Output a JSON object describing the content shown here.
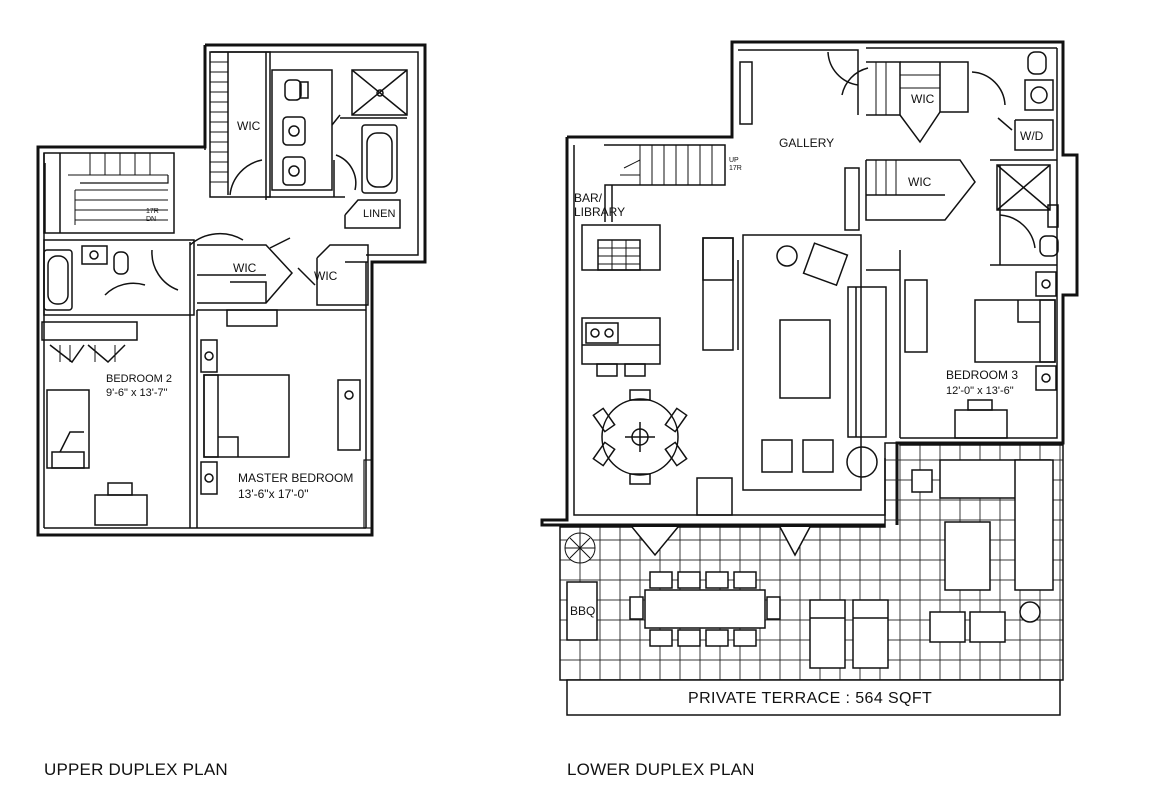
{
  "upper_plan": {
    "caption": "UPPER DUPLEX PLAN",
    "labels": {
      "wic_top": "WIC",
      "stair_note_1": "17R",
      "stair_note_2": "DN",
      "linen": "LINEN",
      "wic_mid": "WIC",
      "wic_right": "WIC",
      "bedroom2": "BEDROOM 2",
      "bedroom2_size": "9'-6\" x 13'-7\"",
      "master": "MASTER BEDROOM",
      "master_size": "13'-6\"x 17'-0\""
    }
  },
  "lower_plan": {
    "caption": "LOWER DUPLEX PLAN",
    "labels": {
      "gallery": "GALLERY",
      "wic_top": "WIC",
      "wd": "W/D",
      "stair_note_1": "UP",
      "stair_note_2": "17R",
      "bar": "BAR/",
      "library": "LIBRARY",
      "wic_mid": "WIC",
      "bedroom3": "BEDROOM 3",
      "bedroom3_size": "12'-0\" x 13'-6\"",
      "bbq": "BBQ",
      "terrace": "PRIVATE TERRACE : 564 SQFT"
    }
  }
}
